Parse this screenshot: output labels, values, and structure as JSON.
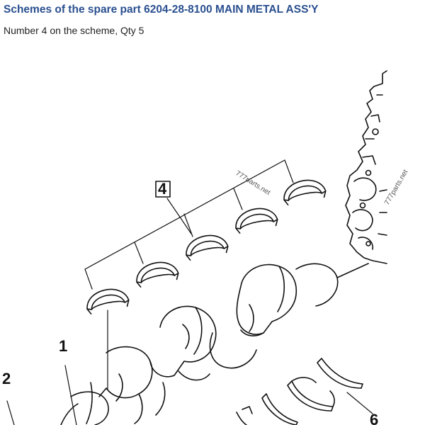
{
  "header": {
    "title": "Schemes of the spare part 6204-28-8100 MAIN METAL ASS'Y",
    "subtitle": "Number 4 on the scheme, Qty 5"
  },
  "scheme": {
    "callouts": {
      "part_4": "4",
      "part_1": "1",
      "part_2": "2",
      "part_6": "6"
    },
    "watermark": "777parts.net"
  }
}
